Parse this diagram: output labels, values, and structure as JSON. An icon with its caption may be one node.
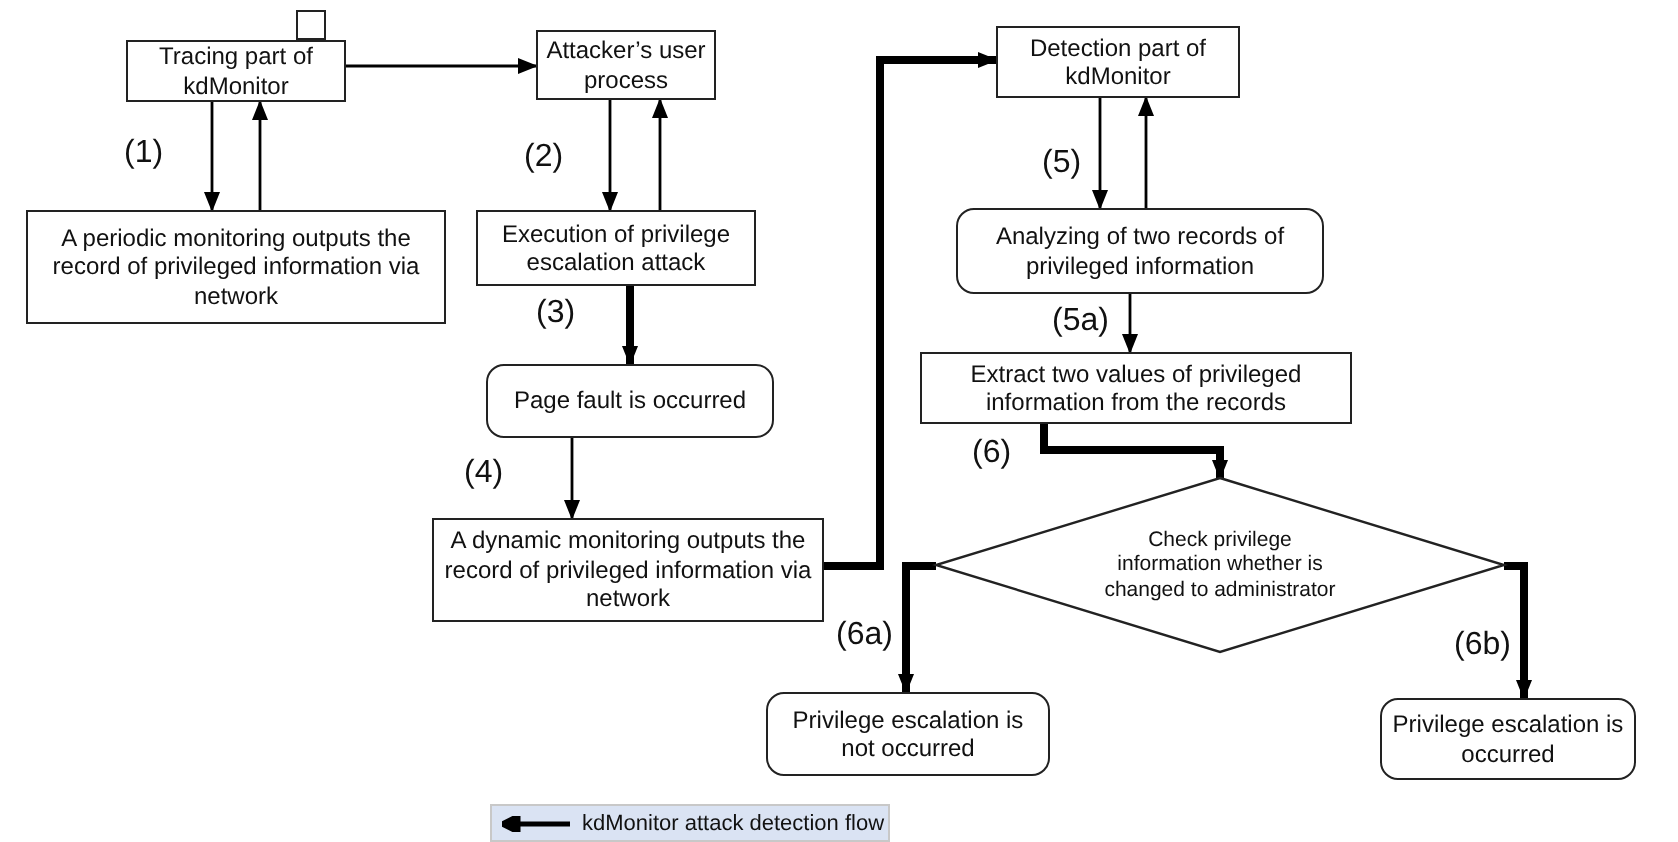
{
  "diagram": {
    "nodes": [
      {
        "text": [],
        "shape": "box"
      },
      {
        "text": [
          "Tracing part of kdMonitor"
        ]
      },
      {
        "text": [
          "Attacker’s user process"
        ]
      },
      {
        "text": [
          "A periodic monitoring outputs the record of privileged information via network"
        ]
      },
      {
        "text": [
          "Execution of privilege escalation attack"
        ]
      },
      {
        "text": [
          "Page fault is occurred"
        ]
      },
      {
        "text": [
          "A dynamic monitoring outputs the record of privileged information via network"
        ]
      },
      {
        "text": [
          "Detection part of kdMonitor"
        ]
      },
      {
        "text": [
          "Analyzing of two records of privileged information"
        ]
      },
      {
        "text": [
          "Extract two values of privileged information from the records"
        ]
      },
      {
        "text": [
          "Check privilege information whether is changed to administrator"
        ]
      },
      {
        "text": [
          "Privilege escalation is not occurred"
        ]
      },
      {
        "text": [
          "Privilege escalation is occurred"
        ]
      }
    ],
    "edges": [
      {
        "from": 1,
        "to": 2,
        "arrow": "to"
      },
      {
        "from": 1,
        "to": 3,
        "arrow": "to",
        "label": "(1)"
      },
      {
        "from": 3,
        "to": 1,
        "arrow": "to"
      },
      {
        "from": 2,
        "to": 4,
        "arrow": "to",
        "label": "(2)"
      },
      {
        "from": 4,
        "to": 2,
        "arrow": "to"
      },
      {
        "from": 4,
        "to": 5,
        "arrow": "to",
        "label": "(3)",
        "style": "thick"
      },
      {
        "from": 5,
        "to": 6,
        "arrow": "to",
        "label": "(4)"
      },
      {
        "from": 6,
        "to": 7,
        "arrow": "to",
        "style": "thick"
      },
      {
        "from": 7,
        "to": 8,
        "arrow": "to",
        "label": "(5)"
      },
      {
        "from": 8,
        "to": 7,
        "arrow": "to"
      },
      {
        "from": 8,
        "to": 9,
        "arrow": "to",
        "label": "(5a)"
      },
      {
        "from": 9,
        "to": 10,
        "arrow": "to",
        "label": "(6)",
        "style": "thick"
      },
      {
        "from": 10,
        "to": 11,
        "arrow": "to",
        "label": "(6a)",
        "style": "thick"
      },
      {
        "from": 10,
        "to": 12,
        "arrow": "to",
        "label": "(6b)",
        "style": "thick"
      }
    ],
    "legend": [
      {
        "text": "kdMonitor attack detection flow"
      }
    ]
  }
}
